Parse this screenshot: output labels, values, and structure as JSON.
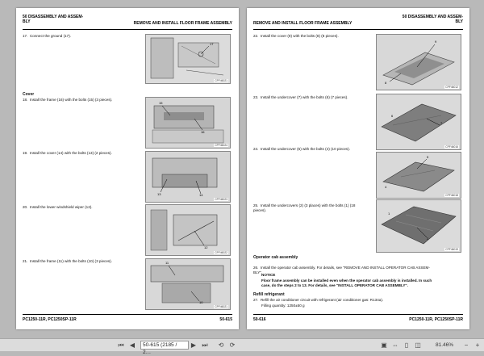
{
  "left_page": {
    "header_left": "50 DISASSEMBLY AND ASSEM-\nBLY",
    "header_right": "REMOVE AND INSTALL FLOOR FRAME ASSEMBLY",
    "steps": [
      {
        "num": "17.",
        "text": "Connect the ground (17)."
      },
      {
        "num": "18.",
        "text": "Install the frame (16) with the bolts (15) (3 pieces)."
      },
      {
        "num": "19.",
        "text": "Install the cover (14) with the bolts (13) (2 pieces)."
      },
      {
        "num": "20.",
        "text": "Install the lower windshield wiper (12)."
      },
      {
        "num": "21.",
        "text": "Install the frame (11) with the bolts (10) (3 pieces)."
      }
    ],
    "section_cover": "Cover",
    "figures": [
      {
        "caption": "CPF46021",
        "callouts": [
          "17"
        ]
      },
      {
        "caption": "CPF46024",
        "callouts": [
          "15",
          "16"
        ]
      },
      {
        "caption": "CPF46023",
        "callouts": [
          "13",
          "14"
        ]
      },
      {
        "caption": "CPF46022",
        "callouts": [
          "12"
        ]
      },
      {
        "caption": "CPF46021",
        "callouts": [
          "11",
          "10"
        ]
      }
    ],
    "footer_left": "PC1250-11R, PC1250SP-11R",
    "footer_right": "50-615"
  },
  "right_page": {
    "header_left": "REMOVE AND INSTALL FLOOR FRAME ASSEMBLY",
    "header_right": "50 DISASSEMBLY AND ASSEM-\nBLY",
    "steps": [
      {
        "num": "22.",
        "text": "Install the cover (9) with the bolts (8) (8 pieces)."
      },
      {
        "num": "23.",
        "text": "Install the undercover (7) with the bolts (6) (7 pieces)."
      },
      {
        "num": "24.",
        "text": "Install the undercover (5) with the bolts (4) (10 pieces)."
      },
      {
        "num": "25.",
        "text": "Install the undercovers (2) (3 places) with the bolts (1) (18\npieces)."
      }
    ],
    "section_cab": "Operator cab assembly",
    "step26": {
      "num": "26.",
      "text": "Install the operator cab assembly. For details, see \"REMOVE AND INSTALL OPERATOR CAB ASSEM-\nBLY\"."
    },
    "notice_label": "NOTICE",
    "notice_text": "Floor frame assembly can be installed even when the operator cab assembly is installed. In such\ncase, do the steps 2 to 13. For details, see \"INSTALL OPERATOR CAB ASSEMBLY\".",
    "section_refill": "Refill refrigerant",
    "step27": {
      "num": "27.",
      "text": "Refill the air conditioner circuit with refrigerant (air conditioner gas: R134a)."
    },
    "filling": "Filling quantity: 1250±50 g",
    "figures": [
      {
        "caption": "CPF46012",
        "callouts": [
          "9",
          "8"
        ]
      },
      {
        "caption": "CPF46016",
        "callouts": [
          "7",
          "6"
        ]
      },
      {
        "caption": "CPF46018",
        "callouts": [
          "5",
          "4"
        ]
      },
      {
        "caption": "CPF46019",
        "callouts": [
          "2",
          "1"
        ]
      }
    ],
    "footer_left": "50-616",
    "footer_right": "PC1250-11R, PC1250SP-11R"
  },
  "statusbar": {
    "page_field": "50-615 (2185 / 2…",
    "zoom_value": "81.46%",
    "icons": [
      "first-page-icon",
      "prev-page-icon",
      "next-page-icon",
      "last-page-icon",
      "back-icon",
      "forward-icon",
      "fit-page-icon",
      "fit-width-icon",
      "single-page-icon",
      "two-page-icon",
      "zoom-out-icon",
      "zoom-in-icon"
    ]
  }
}
